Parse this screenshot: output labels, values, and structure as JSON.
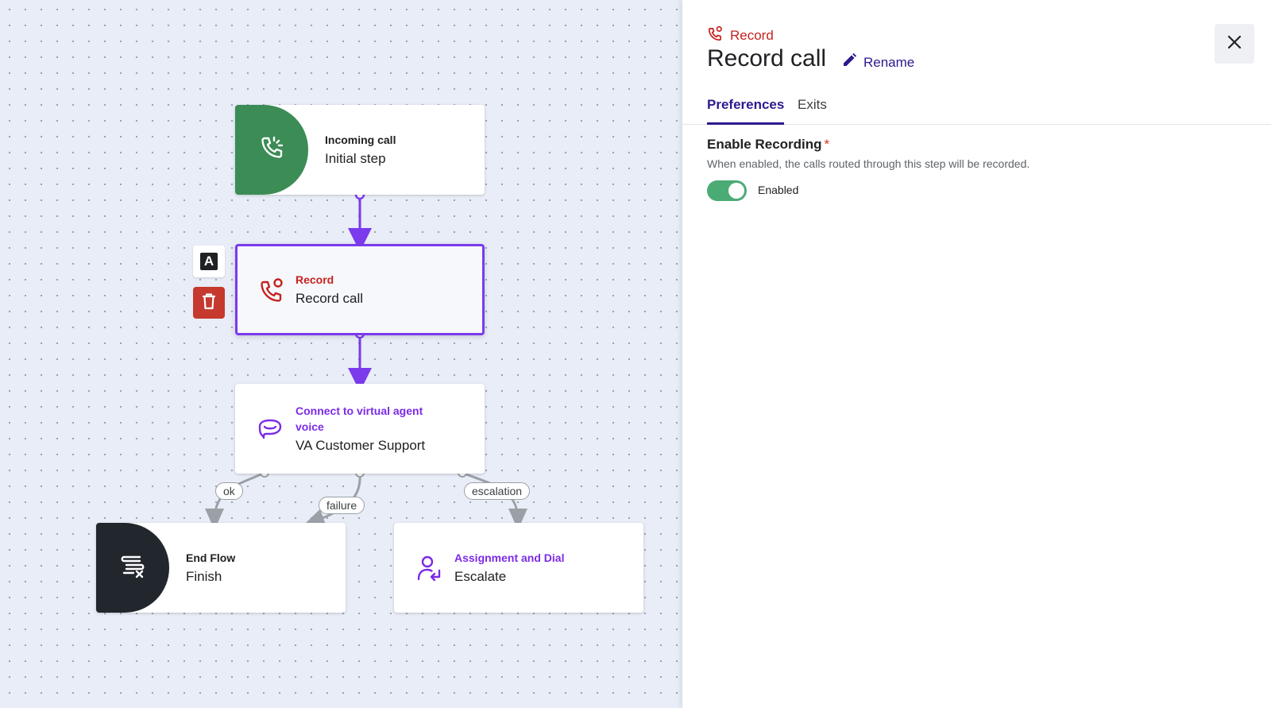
{
  "canvas": {
    "nodes": [
      {
        "id": "incoming",
        "category": "Incoming call",
        "name": "Initial step",
        "icon": "phone-incoming-icon",
        "category_color": "#202124"
      },
      {
        "id": "record",
        "category": "Record",
        "name": "Record call",
        "icon": "phone-record-icon",
        "category_color": "#c5221f",
        "selected": true
      },
      {
        "id": "virtual-agent",
        "category": "Connect to virtual agent voice",
        "name": "VA Customer Support",
        "icon": "chat-bubble-icon",
        "category_color": "#7c2ae8"
      },
      {
        "id": "end-flow",
        "category": "End Flow",
        "name": "Finish",
        "icon": "end-flow-icon",
        "category_color": "#202124"
      },
      {
        "id": "assignment",
        "category": "Assignment and Dial",
        "name": "Escalate",
        "icon": "user-assign-icon",
        "category_color": "#7c2ae8"
      }
    ],
    "edge_labels": {
      "ok": "ok",
      "failure": "failure",
      "escalation": "escalation"
    },
    "node_actions": {
      "rename_glyph": "A"
    }
  },
  "panel": {
    "category": "Record",
    "title": "Record call",
    "rename_label": "Rename",
    "tabs": [
      {
        "label": "Preferences",
        "active": true
      },
      {
        "label": "Exits",
        "active": false
      }
    ],
    "field": {
      "label": "Enable Recording",
      "required_mark": "*",
      "help": "When enabled, the calls routed through this step will be recorded.",
      "toggle_state": "on",
      "toggle_label": "Enabled"
    }
  },
  "colors": {
    "accent_purple": "#7c3aed",
    "tab_active": "#2c1a8f",
    "record_red": "#c5221f",
    "toggle_green": "#4bab74",
    "incoming_green": "#3b8c55"
  }
}
